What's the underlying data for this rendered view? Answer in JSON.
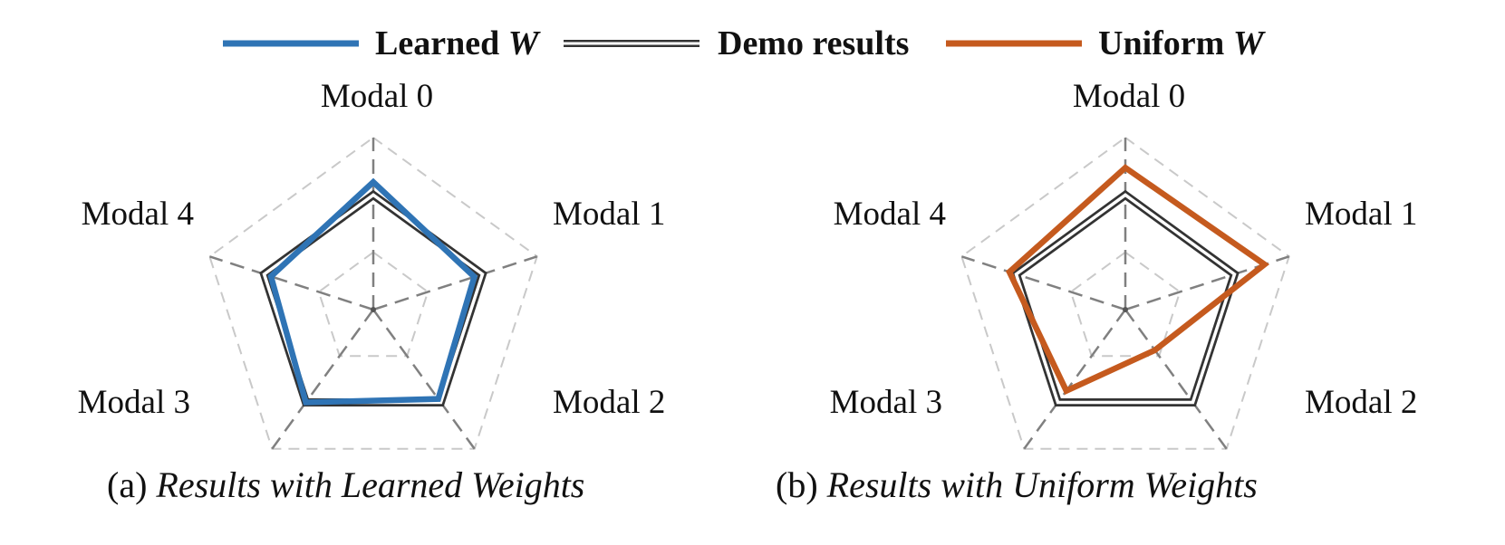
{
  "legend": [
    {
      "label": "Learned ",
      "italic": "W",
      "color": "#2f74b5",
      "style": "solid"
    },
    {
      "label": "Demo results",
      "italic": "",
      "color": "#333333",
      "style": "double"
    },
    {
      "label": "Uniform ",
      "italic": "W",
      "color": "#c55a1e",
      "style": "solid"
    }
  ],
  "chart_data": [
    {
      "type": "radar",
      "caption_prefix": "(a) ",
      "caption_title": "Results with Learned Weights",
      "axes": [
        "Modal 0",
        "Modal 1",
        "Modal 2",
        "Modal 3",
        "Modal 4"
      ],
      "range": [
        0,
        1.2
      ],
      "grid_rings": [
        0.4,
        0.8,
        1.2
      ],
      "grid": true,
      "series": [
        {
          "name": "Demo results",
          "values": [
            0.8,
            0.8,
            0.8,
            0.8,
            0.8
          ],
          "color": "#333333",
          "style": "double"
        },
        {
          "name": "Learned W",
          "values": [
            0.89,
            0.74,
            0.77,
            0.8,
            0.75
          ],
          "color": "#2f74b5",
          "style": "solid"
        }
      ]
    },
    {
      "type": "radar",
      "caption_prefix": "(b) ",
      "caption_title": "Results with Uniform Weights",
      "axes": [
        "Modal 0",
        "Modal 1",
        "Modal 2",
        "Modal 3",
        "Modal 4"
      ],
      "range": [
        0,
        1.2
      ],
      "grid_rings": [
        0.4,
        0.8,
        1.2
      ],
      "grid": true,
      "series": [
        {
          "name": "Demo results",
          "values": [
            0.8,
            0.8,
            0.8,
            0.8,
            0.8
          ],
          "color": "#333333",
          "style": "double"
        },
        {
          "name": "Uniform W",
          "values": [
            0.99,
            1.02,
            0.35,
            0.7,
            0.85
          ],
          "color": "#c55a1e",
          "style": "solid"
        }
      ]
    }
  ]
}
